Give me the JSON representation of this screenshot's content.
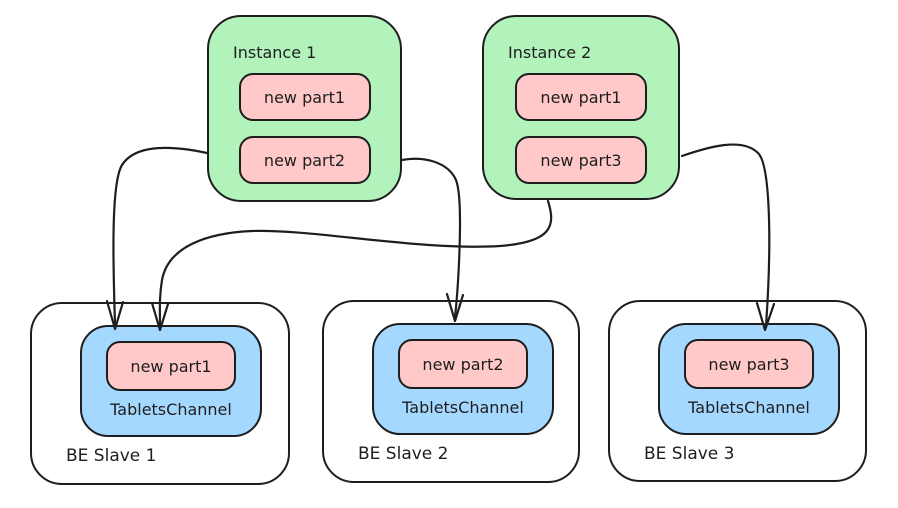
{
  "colors": {
    "instance_fill": "#b2f2bb",
    "part_fill": "#ffc9c9",
    "channel_fill": "#a5d8ff",
    "slave_fill": "#ffffff",
    "stroke": "#1e1e1e"
  },
  "instances": [
    {
      "label": "Instance 1",
      "parts": [
        "new part1",
        "new part2"
      ]
    },
    {
      "label": "Instance 2",
      "parts": [
        "new part1",
        "new part3"
      ]
    }
  ],
  "slaves": [
    {
      "label": "BE Slave 1",
      "channel": "TabletsChannel",
      "part": "new part1"
    },
    {
      "label": "BE Slave 2",
      "channel": "TabletsChannel",
      "part": "new part2"
    },
    {
      "label": "BE Slave 3",
      "channel": "TabletsChannel",
      "part": "new part3"
    }
  ],
  "edges": [
    {
      "from": "Instance 1 / new part1",
      "to": "BE Slave 1 / TabletsChannel"
    },
    {
      "from": "Instance 2 / new part1",
      "to": "BE Slave 1 / TabletsChannel"
    },
    {
      "from": "Instance 1 / new part2",
      "to": "BE Slave 2 / TabletsChannel"
    },
    {
      "from": "Instance 2 / new part3",
      "to": "BE Slave 3 / TabletsChannel"
    }
  ]
}
